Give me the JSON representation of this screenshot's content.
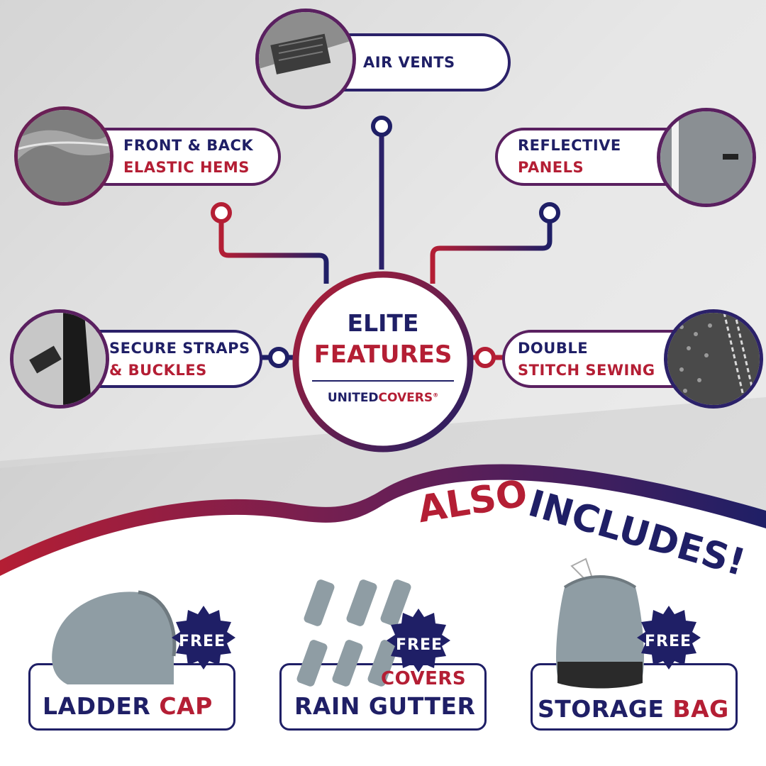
{
  "center": {
    "line1": "ELITE",
    "line2": "FEATURES",
    "brand_a": "UNITED",
    "brand_b": "COVERS",
    "brand_mark": "®"
  },
  "features": [
    {
      "id": "air-vents",
      "line1": "AIR VENTS",
      "line2": "",
      "photo": "air-vent-photo"
    },
    {
      "id": "elastic-hems",
      "line1": "FRONT & BACK",
      "line2": "ELASTIC HEMS",
      "photo": "elastic-hem-photo"
    },
    {
      "id": "reflective-panels",
      "line1": "REFLECTIVE",
      "line2": "PANELS",
      "photo": "reflective-panel-photo"
    },
    {
      "id": "straps-buckles",
      "line1": "SECURE STRAPS",
      "line2": "& BUCKLES",
      "photo": "strap-buckle-photo"
    },
    {
      "id": "double-stitch",
      "line1": "DOUBLE",
      "line2": "STITCH SEWING",
      "photo": "stitch-photo"
    }
  ],
  "banner": {
    "word1": "ALSO",
    "word2": "INCLUDES!"
  },
  "items": [
    {
      "id": "ladder-cap",
      "badge": "FREE",
      "word1": "LADDER",
      "word2": "CAP",
      "photo": "ladder-cap-photo"
    },
    {
      "id": "rain-gutter",
      "badge": "FREE",
      "top": "COVERS",
      "word1": "RAIN GUTTER",
      "photo": "gutter-covers-photo"
    },
    {
      "id": "storage-bag",
      "badge": "FREE",
      "word1": "STORAGE",
      "word2": "BAG",
      "photo": "storage-bag-photo"
    }
  ],
  "colors": {
    "navy": "#1f1f66",
    "red": "#b41e34",
    "background_gray": "#cfcfcf"
  }
}
